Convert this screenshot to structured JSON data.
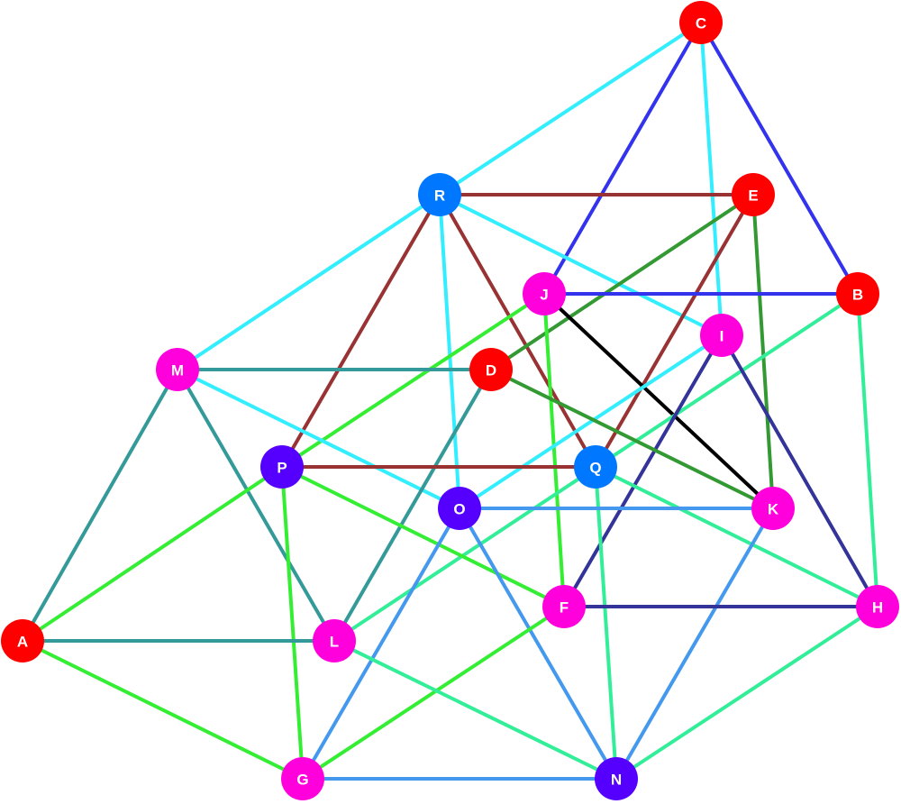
{
  "graph": {
    "nodes": [
      {
        "id": "A",
        "color": "#ff0000"
      },
      {
        "id": "B",
        "color": "#ff0000"
      },
      {
        "id": "C",
        "color": "#ff0000"
      },
      {
        "id": "D",
        "color": "#ff0000"
      },
      {
        "id": "E",
        "color": "#ff0000"
      },
      {
        "id": "F",
        "color": "#ff00dd"
      },
      {
        "id": "G",
        "color": "#ff00dd"
      },
      {
        "id": "H",
        "color": "#ff00dd"
      },
      {
        "id": "I",
        "color": "#ff00dd"
      },
      {
        "id": "J",
        "color": "#ff00dd"
      },
      {
        "id": "K",
        "color": "#ff00dd"
      },
      {
        "id": "L",
        "color": "#ff00dd"
      },
      {
        "id": "M",
        "color": "#ff00dd"
      },
      {
        "id": "N",
        "color": "#5500ff"
      },
      {
        "id": "O",
        "color": "#5500ff"
      },
      {
        "id": "P",
        "color": "#5500ff"
      },
      {
        "id": "Q",
        "color": "#0077ff"
      },
      {
        "id": "R",
        "color": "#0077ff"
      }
    ],
    "edges": [
      {
        "from": "C",
        "to": "R",
        "color": "#33eeff"
      },
      {
        "from": "C",
        "to": "J",
        "color": "#3333ee"
      },
      {
        "from": "C",
        "to": "B",
        "color": "#3333ee"
      },
      {
        "from": "C",
        "to": "I",
        "color": "#33eeff"
      },
      {
        "from": "R",
        "to": "E",
        "color": "#993333"
      },
      {
        "from": "R",
        "to": "M",
        "color": "#33eeff"
      },
      {
        "from": "R",
        "to": "I",
        "color": "#33eeff"
      },
      {
        "from": "R",
        "to": "O",
        "color": "#33eeff"
      },
      {
        "from": "R",
        "to": "P",
        "color": "#993333"
      },
      {
        "from": "R",
        "to": "Q",
        "color": "#993333"
      },
      {
        "from": "E",
        "to": "D",
        "color": "#339933"
      },
      {
        "from": "E",
        "to": "Q",
        "color": "#993333"
      },
      {
        "from": "E",
        "to": "K",
        "color": "#339933"
      },
      {
        "from": "J",
        "to": "B",
        "color": "#3333ee"
      },
      {
        "from": "J",
        "to": "K",
        "color": "#000000"
      },
      {
        "from": "J",
        "to": "F",
        "color": "#33ee33"
      },
      {
        "from": "J",
        "to": "P",
        "color": "#33ee33"
      },
      {
        "from": "B",
        "to": "H",
        "color": "#33ee99"
      },
      {
        "from": "B",
        "to": "L",
        "color": "#33ee99"
      },
      {
        "from": "I",
        "to": "O",
        "color": "#33eeff"
      },
      {
        "from": "I",
        "to": "F",
        "color": "#333399"
      },
      {
        "from": "I",
        "to": "H",
        "color": "#333399"
      },
      {
        "from": "M",
        "to": "D",
        "color": "#339999"
      },
      {
        "from": "M",
        "to": "A",
        "color": "#339999"
      },
      {
        "from": "M",
        "to": "L",
        "color": "#339999"
      },
      {
        "from": "M",
        "to": "O",
        "color": "#33eeff"
      },
      {
        "from": "D",
        "to": "L",
        "color": "#339999"
      },
      {
        "from": "D",
        "to": "K",
        "color": "#339933"
      },
      {
        "from": "P",
        "to": "Q",
        "color": "#993333"
      },
      {
        "from": "P",
        "to": "A",
        "color": "#33ee33"
      },
      {
        "from": "P",
        "to": "G",
        "color": "#33ee33"
      },
      {
        "from": "P",
        "to": "F",
        "color": "#33ee33"
      },
      {
        "from": "Q",
        "to": "H",
        "color": "#33ee99"
      },
      {
        "from": "Q",
        "to": "N",
        "color": "#33ee99"
      },
      {
        "from": "O",
        "to": "K",
        "color": "#4499ee"
      },
      {
        "from": "O",
        "to": "G",
        "color": "#4499ee"
      },
      {
        "from": "O",
        "to": "N",
        "color": "#4499ee"
      },
      {
        "from": "K",
        "to": "N",
        "color": "#4499ee"
      },
      {
        "from": "F",
        "to": "H",
        "color": "#333399"
      },
      {
        "from": "F",
        "to": "G",
        "color": "#33ee33"
      },
      {
        "from": "A",
        "to": "L",
        "color": "#339999"
      },
      {
        "from": "A",
        "to": "G",
        "color": "#33ee33"
      },
      {
        "from": "L",
        "to": "N",
        "color": "#33ee99"
      },
      {
        "from": "G",
        "to": "N",
        "color": "#4499ee"
      },
      {
        "from": "H",
        "to": "N",
        "color": "#33ee99"
      }
    ]
  }
}
